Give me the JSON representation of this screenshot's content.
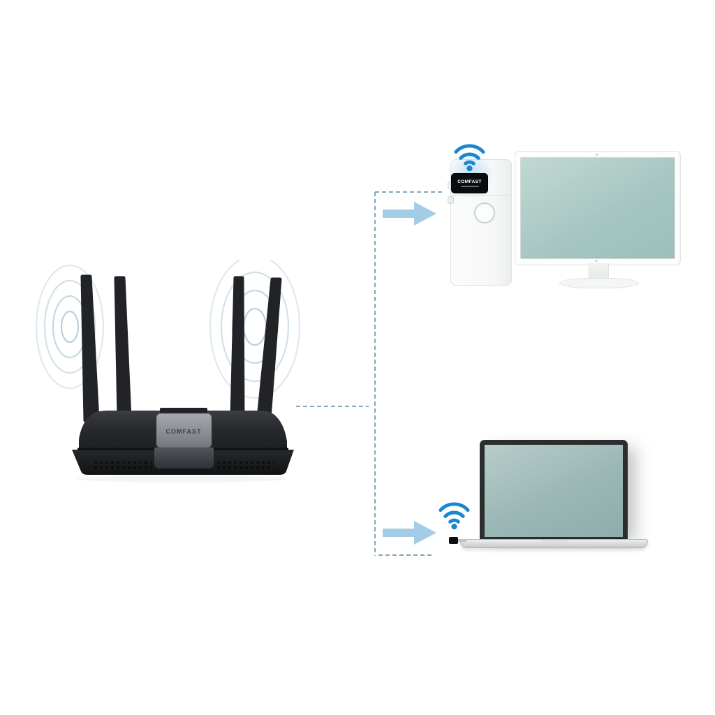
{
  "scene": {
    "type": "product-illustration",
    "background_color": "#ffffff",
    "description": "Wireless router broadcasting WiFi to a desktop PC and a laptop, each fitted with a USB WiFi adapter, linked by dashed connection lines with arrows"
  },
  "router": {
    "brand_label": "COMFAST",
    "antenna_count": 4,
    "body_color": "#26282c",
    "label_plate_color": "#94989c",
    "signal_ripple_color": "#b7ced8"
  },
  "connections": {
    "line_style": "dashed",
    "line_color": "#83a7b6",
    "arrow_color": "#a3cde6",
    "targets": [
      "desktop-pc",
      "laptop"
    ]
  },
  "desktop_pc": {
    "adapter": {
      "brand_label": "COMFAST",
      "body_color": "#0b0c0e",
      "wifi_icon_color": "#1787d0",
      "glow_color": "#96cdf0"
    },
    "tower_color": "#f8f9f9",
    "monitor": {
      "frame_color": "#fefefe",
      "screen_color_top": "#c2d8d3",
      "screen_color_bottom": "#9dbfbc"
    }
  },
  "laptop": {
    "adapter": {
      "body_color": "#0e0f11",
      "wifi_icon_color": "#1787d0"
    },
    "lid_color": "#2b2d2f",
    "screen_color_top": "#b7cdca",
    "screen_color_bottom": "#8fadac",
    "base_color": "#d5d8d9"
  }
}
